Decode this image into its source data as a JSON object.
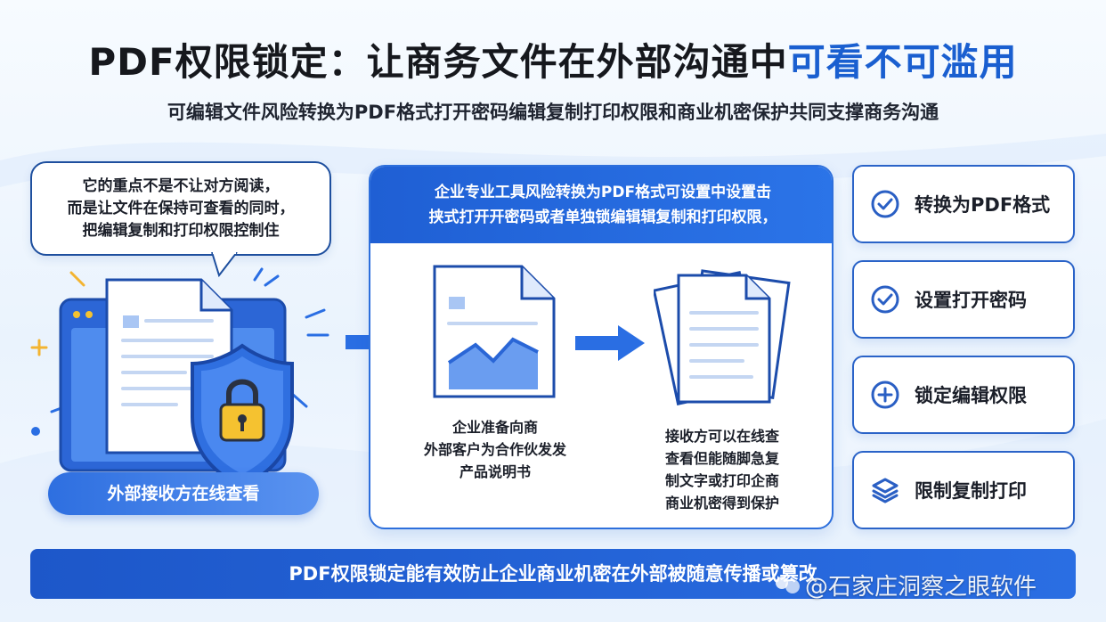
{
  "title": {
    "main": "PDF权限锁定：让商务文件在外部沟通中",
    "accent": "可看不可滥用"
  },
  "subtitle": "可编辑文件风险转换为PDF格式打开密码编辑复制打印权限和商业机密保护共同支撑商务沟通",
  "bubble": {
    "lines": [
      "它的重点不是不让对方阅读，",
      "而是让文件在保持可查看的同时，",
      "把编辑复制和打印权限控制住"
    ]
  },
  "left_caption": "外部接收方在线查看",
  "middle": {
    "header_lines": [
      "企业专业工具风险转换为PDF格式可设置中设置击",
      "挟式打开开密码或者单独锁编辑辑复制和打印权限，"
    ],
    "step_a_lines": [
      "企业准备向商",
      "外部客户为合作伙发发",
      "产品说明书"
    ],
    "step_b_lines": [
      "接收方可以在线查",
      "查看但能随脚急复",
      "制文字或打印企商",
      "商业机密得到保护"
    ]
  },
  "cards": [
    {
      "label": "转换为PDF格式",
      "icon": "check-circle-icon"
    },
    {
      "label": "设置打开密码",
      "icon": "check-circle-icon"
    },
    {
      "label": "锁定编辑权限",
      "icon": "plus-circle-icon"
    },
    {
      "label": "限制复制打印",
      "icon": "layers-icon"
    }
  ],
  "banner": "PDF权限锁定能有效防止企业商业机密在外部被随意传播或篡改",
  "watermark": "@石家庄洞察之眼软件",
  "colors": {
    "accent": "#1a5fd0",
    "banner": "#1d57c9",
    "card_border": "#2a63c8",
    "shield": "#2f6fe0",
    "lock": "#f5c230"
  }
}
